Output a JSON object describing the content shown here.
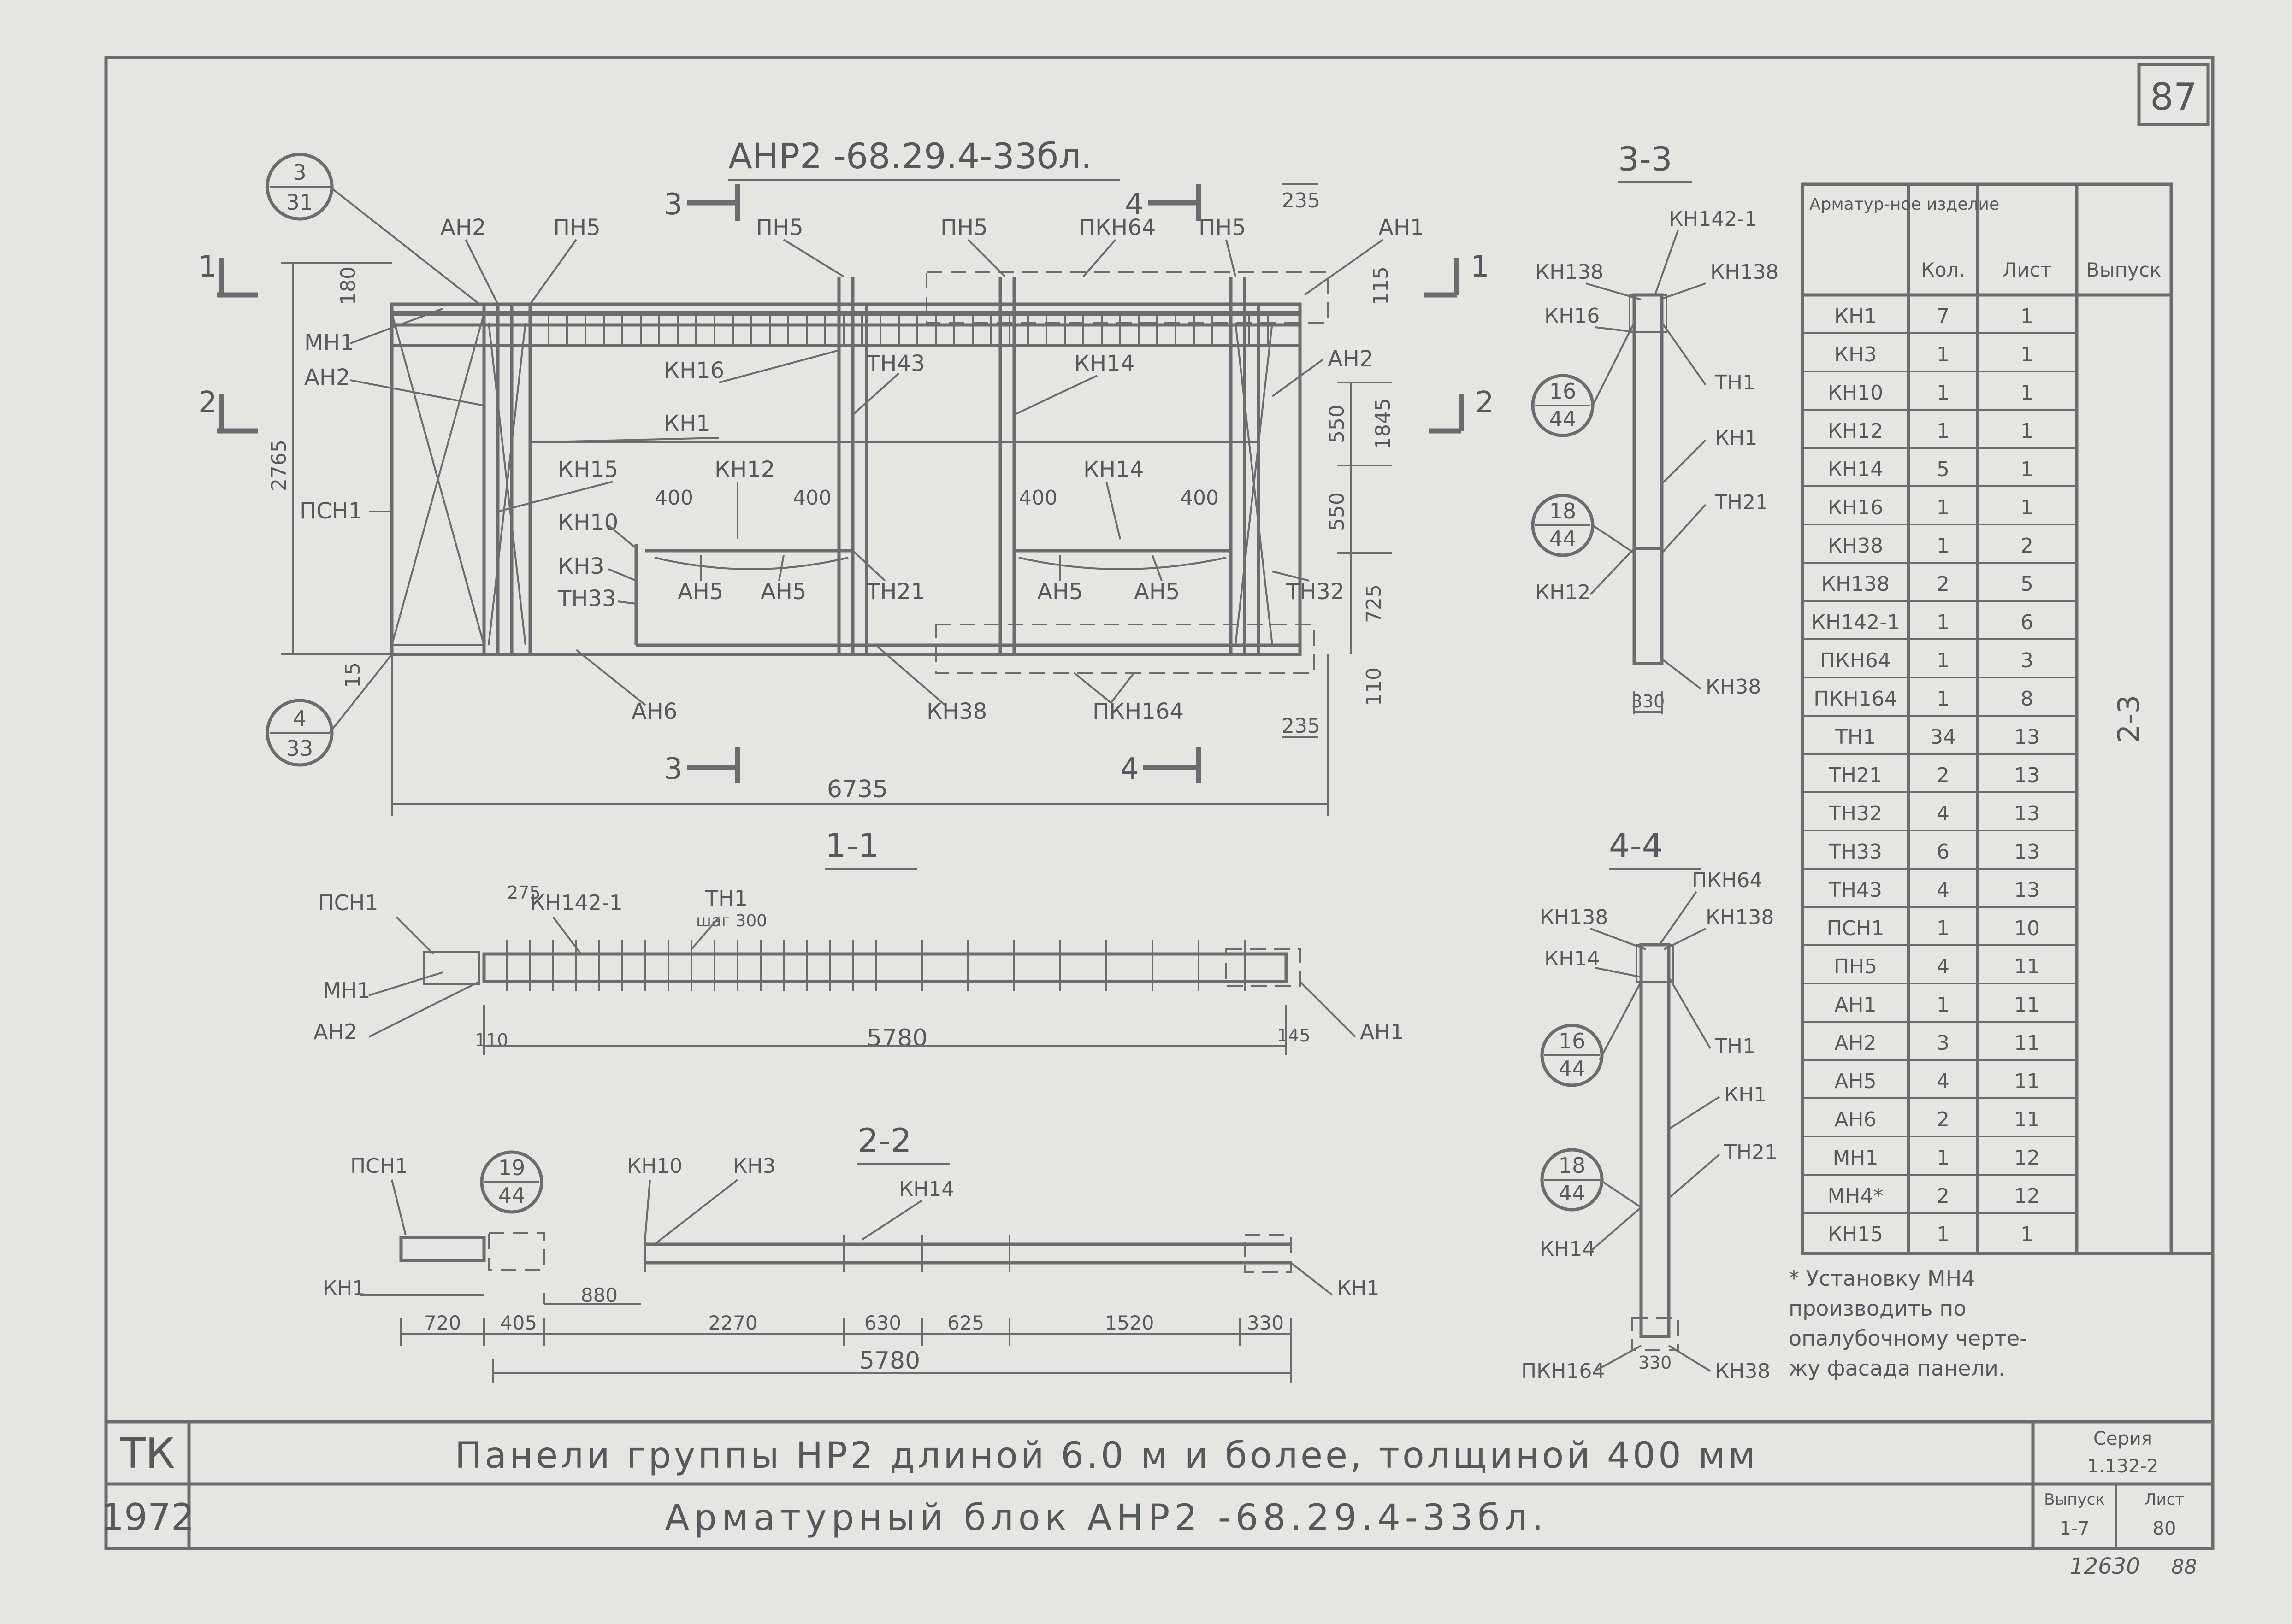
{
  "sheet": {
    "sheet_number_corner": "87",
    "title_main": "АНР2 -68.29.4-33бл.",
    "paper_color": "#e6e5e1",
    "ink_color": "#55585c",
    "stamp_bottom": "12630",
    "stamp_page": "88"
  },
  "title_block": {
    "org": "ТК",
    "year": "1972",
    "line1": "Панели группы НР2 длиной 6.0 м и более, толщиной 400 мм",
    "line2": "Арматурный блок АНР2 -68.29.4-33бл.",
    "series_label": "Серия",
    "series_value": "1.132-2",
    "issue_label": "Выпуск",
    "issue_value": "1-7",
    "sheet_label": "Лист",
    "sheet_value": "80"
  },
  "callouts": [
    {
      "top": "3",
      "bottom": "31"
    },
    {
      "top": "4",
      "bottom": "33"
    },
    {
      "top": "16",
      "bottom": "44"
    },
    {
      "top": "18",
      "bottom": "44"
    },
    {
      "top": "16",
      "bottom": "44"
    },
    {
      "top": "18",
      "bottom": "44"
    },
    {
      "top": "19",
      "bottom": "44"
    }
  ],
  "section_titles": {
    "s33": "3-3",
    "s44": "4-4",
    "s11": "1-1",
    "s22": "2-2"
  },
  "section_marks": [
    "1",
    "1",
    "2",
    "2",
    "3",
    "3",
    "4",
    "4"
  ],
  "elevation": {
    "labels": {
      "ah2_a": "АН2",
      "pn5_a": "ПН5",
      "pn5_b": "ПН5",
      "pn5_c": "ПН5",
      "pkn64": "ПКН64",
      "pn5_d": "ПН5",
      "ah1": "АН1",
      "mh1": "МН1",
      "ah2_b": "АН2",
      "kh16": "КН16",
      "th43": "ТН43",
      "kh14_a": "КН14",
      "ah2_c": "АН2",
      "kh1": "КН1",
      "psh1": "ПСН1",
      "kh15": "КН15",
      "kh12": "КН12",
      "kh14_b": "КН14",
      "kh10": "КН10",
      "kh3": "КН3",
      "th33": "ТН33",
      "ah5_a": "АН5",
      "ah5_b": "АН5",
      "th21": "ТН21",
      "ah5_c": "АН5",
      "ah5_d": "АН5",
      "th32": "ТН32",
      "ah6": "АН6",
      "kh38": "КН38",
      "pkn164": "ПКН164"
    },
    "dims": {
      "d235_top": "235",
      "d180": "180",
      "d115": "115",
      "d2765": "2765",
      "d1845": "1845",
      "d550_a": "550",
      "d550_b": "550",
      "d725": "725",
      "d110": "110",
      "d15": "15",
      "d235_bot": "235",
      "d6735": "6735",
      "d400_a": "400",
      "d400_b": "400",
      "d400_c": "400",
      "d400_d": "400"
    }
  },
  "section_11": {
    "labels": {
      "psh1": "ПСН1",
      "kn142": "КН142-1",
      "th1": "ТН1",
      "step": "шаг 300",
      "mh1": "МН1",
      "ah2": "АН2",
      "ah1": "АН1"
    },
    "dims": {
      "d275": "275",
      "d110": "110",
      "d5780": "5780",
      "d145": "145"
    }
  },
  "section_22": {
    "labels": {
      "psh1": "ПСН1",
      "kh10": "КН10",
      "kh3": "КН3",
      "kh14": "КН14",
      "kh1_l": "КН1",
      "kh1_r": "КН1"
    },
    "dims": [
      "720",
      "405",
      "880",
      "2270",
      "630",
      "625",
      "1520",
      "330"
    ],
    "total": "5780"
  },
  "section_33": {
    "labels": {
      "kn142": "КН142-1",
      "kh138_l": "КН138",
      "kh138_r": "КН138",
      "kh16": "КН16",
      "th1": "ТН1",
      "kh1": "КН1",
      "th21": "ТН21",
      "kh12": "КН12",
      "kh38": "КН38"
    },
    "dim": "330"
  },
  "section_44": {
    "labels": {
      "pkn64": "ПКН64",
      "kh138_l": "КН138",
      "kh138_r": "КН138",
      "kh14_t": "КН14",
      "th1": "ТН1",
      "kh1": "КН1",
      "th21": "ТН21",
      "kh14_b": "КН14",
      "pkn164": "ПКН164",
      "kh38": "КН38"
    },
    "dim": "330"
  },
  "spec_table": {
    "headers": [
      "Арматур-ное изделие",
      "Кол.",
      "Лист",
      "Выпуск"
    ],
    "issue_value": "2-3",
    "rows": [
      [
        "КН1",
        "7",
        "1"
      ],
      [
        "КН3",
        "1",
        "1"
      ],
      [
        "КН10",
        "1",
        "1"
      ],
      [
        "КН12",
        "1",
        "1"
      ],
      [
        "КН14",
        "5",
        "1"
      ],
      [
        "КН16",
        "1",
        "1"
      ],
      [
        "КН38",
        "1",
        "2"
      ],
      [
        "КН138",
        "2",
        "5"
      ],
      [
        "КН142-1",
        "1",
        "6"
      ],
      [
        "ПКН64",
        "1",
        "3"
      ],
      [
        "ПКН164",
        "1",
        "8"
      ],
      [
        "ТН1",
        "34",
        "13"
      ],
      [
        "ТН21",
        "2",
        "13"
      ],
      [
        "ТН32",
        "4",
        "13"
      ],
      [
        "ТН33",
        "6",
        "13"
      ],
      [
        "ТН43",
        "4",
        "13"
      ],
      [
        "ПСН1",
        "1",
        "10"
      ],
      [
        "ПН5",
        "4",
        "11"
      ],
      [
        "АН1",
        "1",
        "11"
      ],
      [
        "АН2",
        "3",
        "11"
      ],
      [
        "АН5",
        "4",
        "11"
      ],
      [
        "АН6",
        "2",
        "11"
      ],
      [
        "МН1",
        "1",
        "12"
      ],
      [
        "МН4*",
        "2",
        "12"
      ],
      [
        "КН15",
        "1",
        "1"
      ]
    ]
  },
  "note": [
    "* Установку МН4",
    "производить по",
    "опалубочному черте-",
    "жу фасада панели."
  ]
}
